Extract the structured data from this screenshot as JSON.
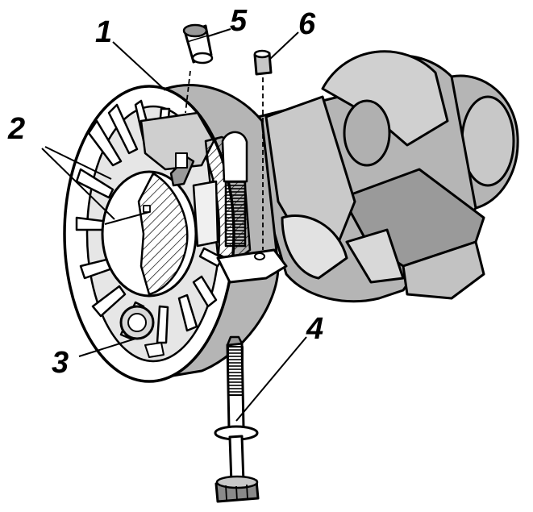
{
  "callouts": [
    {
      "id": "1",
      "label": "1"
    },
    {
      "id": "2",
      "label": "2"
    },
    {
      "id": "3",
      "label": "3"
    },
    {
      "id": "4",
      "label": "4"
    },
    {
      "id": "5",
      "label": "5"
    },
    {
      "id": "6",
      "label": "6"
    }
  ],
  "colors": {
    "ink": "#000000",
    "paper": "#ffffff",
    "shade": "#b5b5b5",
    "dark_shade": "#8a8a8a"
  }
}
